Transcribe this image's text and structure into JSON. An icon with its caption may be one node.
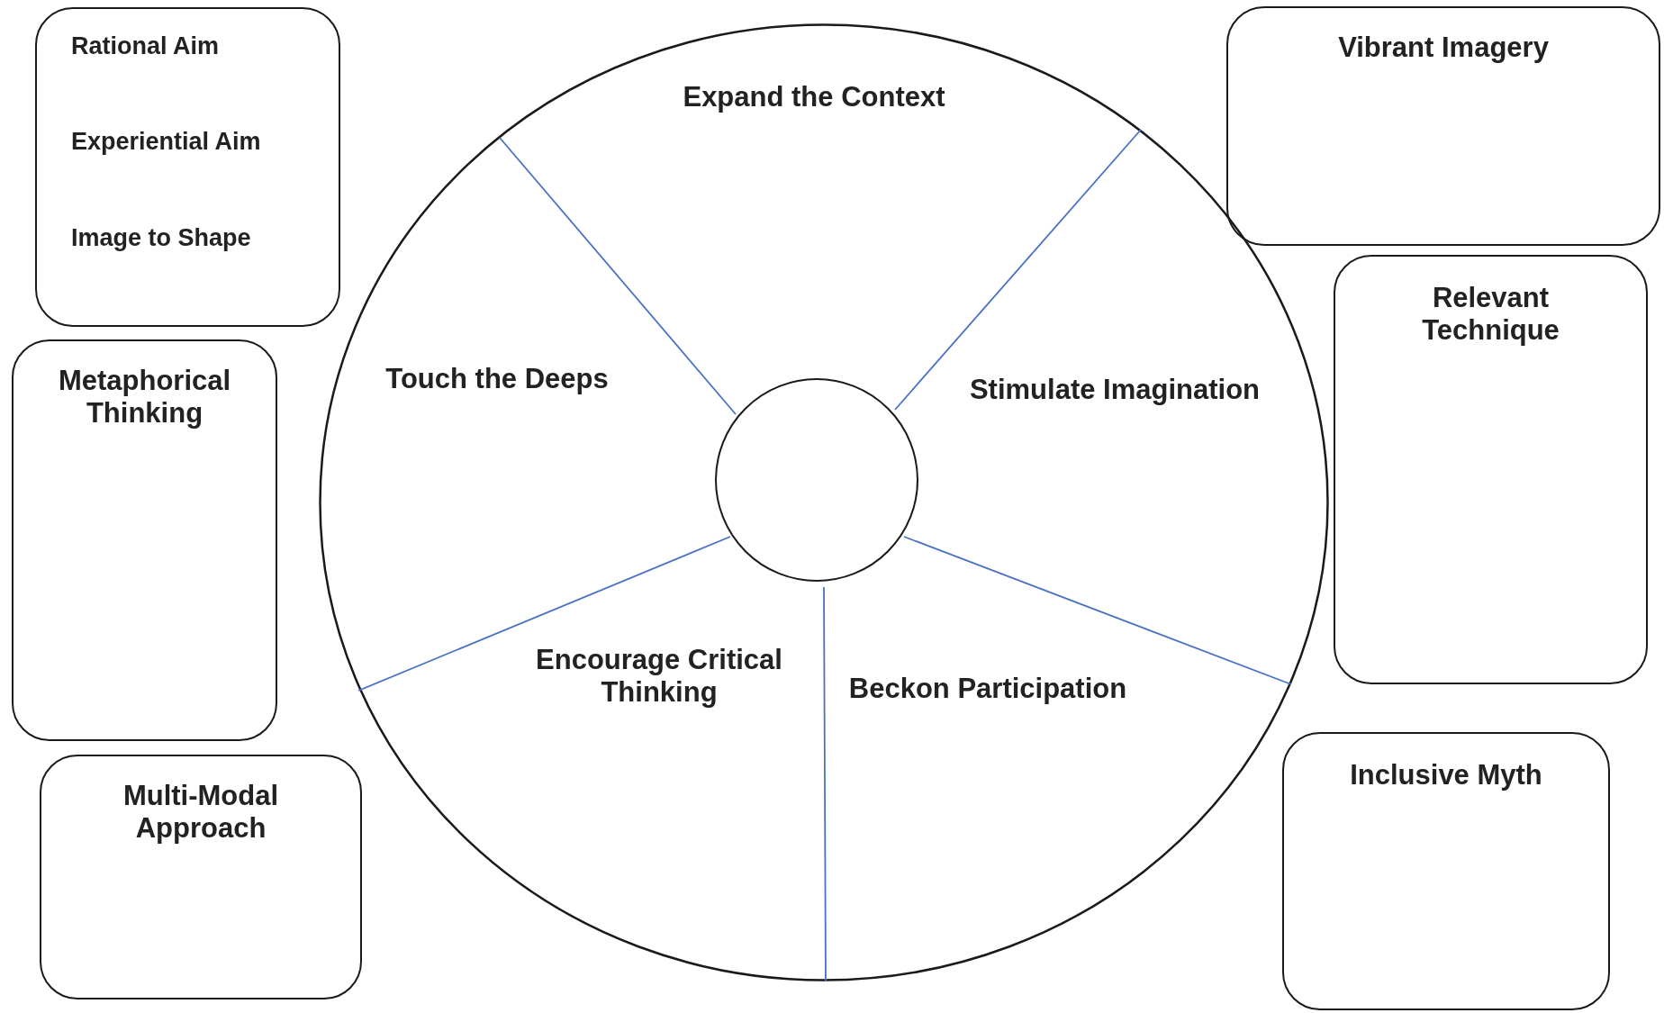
{
  "diagram": {
    "nodes": [
      {
        "text": [],
        "shape": "circle"
      },
      {
        "text": [
          "Expand the Context"
        ],
        "in": 0
      },
      {
        "text": [
          "Touch the Deeps"
        ],
        "in": 0
      },
      {
        "text": [
          "Stimulate Imagination"
        ],
        "in": 0
      },
      {
        "text": [
          "Encourage Critical Thinking"
        ],
        "in": 0
      },
      {
        "text": [
          "Beckon Participation"
        ],
        "in": 0
      },
      {
        "text": [],
        "shape": "circle",
        "in": 0
      },
      {
        "text": [
          "Rational Aim",
          "Experiential Aim",
          "Image to Shape"
        ]
      },
      {
        "text": [
          "Vibrant Imagery"
        ]
      },
      {
        "text": [
          "Metaphorical Thinking"
        ]
      },
      {
        "text": [
          "Relevant Technique"
        ]
      },
      {
        "text": [
          "Multi-Modal Approach"
        ]
      },
      {
        "text": [
          "Inclusive Myth"
        ]
      }
    ],
    "edges": []
  }
}
